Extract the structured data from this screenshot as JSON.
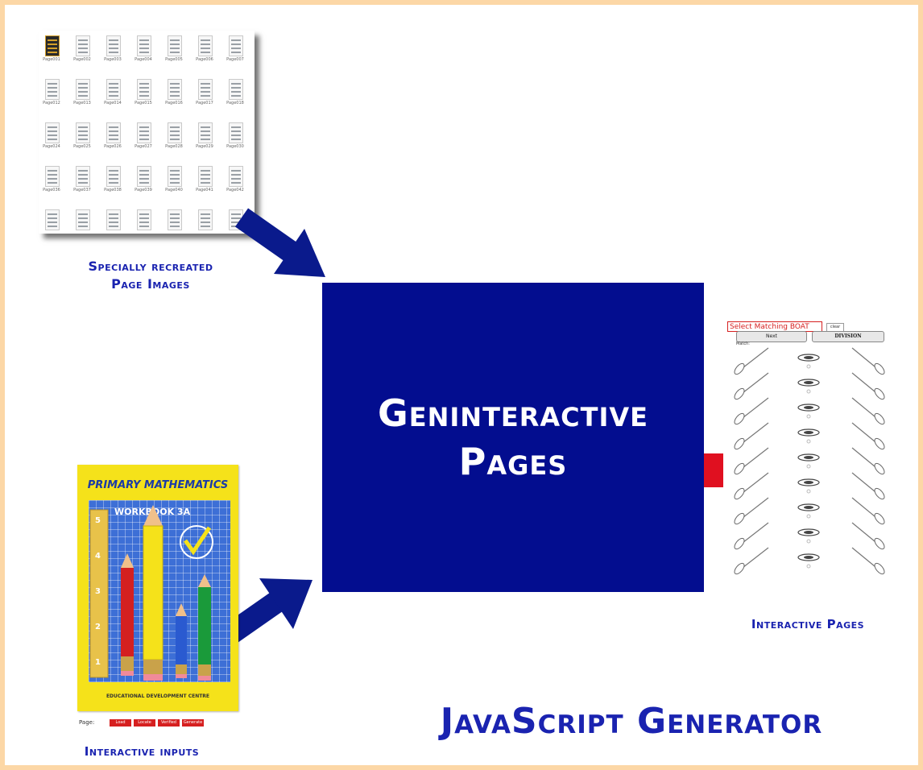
{
  "captions": {
    "page_images_line1": "Specially recreated",
    "page_images_line2": "Page Images",
    "interactive_inputs": "Interactive inputs",
    "interactive_pages": "Interactive Pages"
  },
  "center_box": {
    "line1": "Geninteractive",
    "line2": "Pages"
  },
  "footer_title": "JavaScript Generator",
  "workbook": {
    "title": "PRIMARY MATHEMATICS",
    "subtitle": "WORKBOOK 3A",
    "publisher": "EDUCATIONAL DEVELOPMENT CENTRE",
    "ruler_numbers": [
      "5",
      "4",
      "3",
      "2",
      "1"
    ],
    "input_label": "Page:",
    "buttons": [
      "Load",
      "Locate",
      "Verified",
      "Generate"
    ]
  },
  "interactive_page": {
    "title": "Select Matching BOAT",
    "clear_label": "clear",
    "tab_left": "Next",
    "tab_right": "DIVISION",
    "match_label": "Match:"
  },
  "thumbnail_labels": [
    "Page001",
    "Page002",
    "Page003",
    "Page004",
    "Page005",
    "Page006",
    "Page007",
    "Page012",
    "Page013",
    "Page014",
    "Page015",
    "Page016",
    "Page017",
    "Page018",
    "Page024",
    "Page025",
    "Page026",
    "Page027",
    "Page028",
    "Page029",
    "Page030",
    "Page036",
    "Page037",
    "Page038",
    "Page039",
    "Page040",
    "Page041",
    "Page042"
  ],
  "colors": {
    "frame": "#fcd7a6",
    "navy": "#030d8f",
    "caption_blue": "#1a23b0",
    "arrow_blue": "#0a1a8c",
    "arrow_red": "#e01020"
  }
}
